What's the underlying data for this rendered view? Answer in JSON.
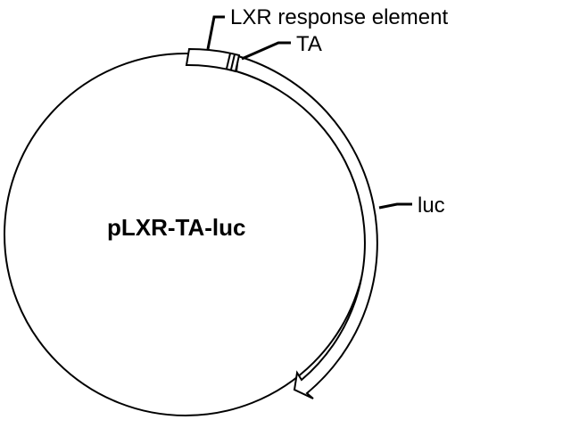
{
  "plasmid": {
    "name": "pLXR-TA-luc"
  },
  "features": {
    "response_element": {
      "label": "LXR response element"
    },
    "ta": {
      "label": "TA"
    },
    "luc": {
      "label": "luc"
    }
  },
  "colors": {
    "stroke": "#000000",
    "fill": "#ffffff",
    "background": "#ffffff"
  }
}
